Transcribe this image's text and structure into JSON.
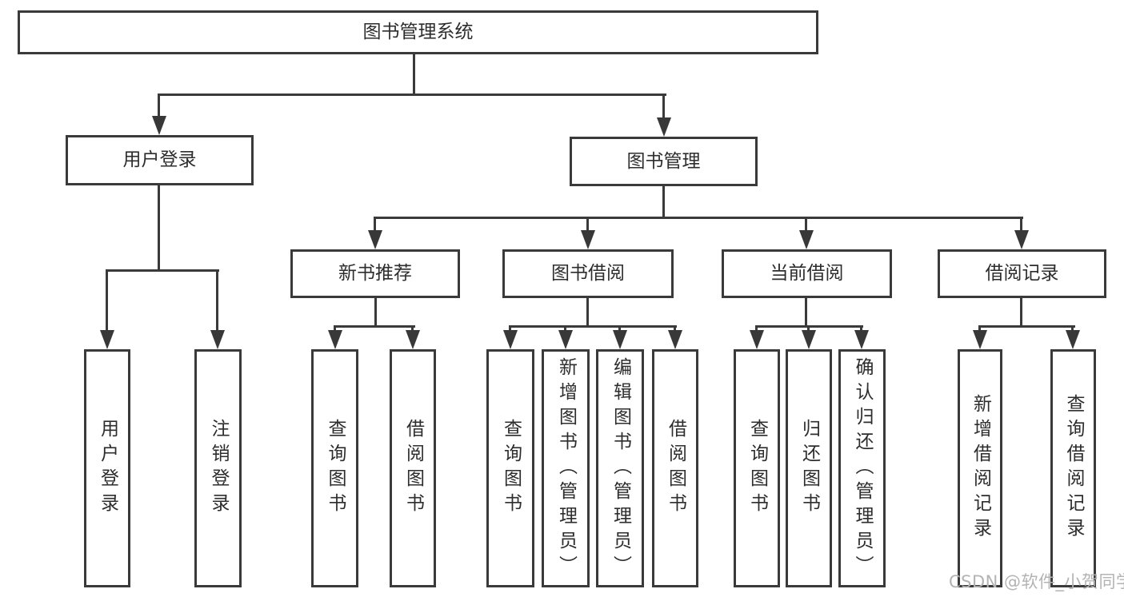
{
  "diagram": {
    "type": "hierarchy-tree",
    "title": "图书管理系统",
    "colors": {
      "line": "#3a3a3a",
      "box_border": "#3a3a3a",
      "text": "#2d2d2d",
      "watermark": "#b3b3b3",
      "background": "#ffffff"
    },
    "watermark": {
      "text": "CSDN @软件_小贺同学"
    },
    "nodes": {
      "root": {
        "label": "图书管理系统"
      },
      "user_login": {
        "label": "用户登录"
      },
      "book_mgmt": {
        "label": "图书管理"
      },
      "new_book_rec": {
        "label": "新书推荐"
      },
      "book_borrow": {
        "label": "图书借阅"
      },
      "current_borrow": {
        "label": "当前借阅"
      },
      "borrow_records": {
        "label": "借阅记录"
      },
      "user_login_leaf": {
        "label": "用户登录"
      },
      "logout_leaf": {
        "label": "注销登录"
      },
      "rec_query_books": {
        "label": "查询图书"
      },
      "rec_borrow_books": {
        "label": "借阅图书"
      },
      "bb_query_books": {
        "label": "查询图书"
      },
      "bb_add_books": {
        "label": "新增图书（管理员）"
      },
      "bb_edit_books": {
        "label": "编辑图书（管理员）"
      },
      "bb_borrow_books": {
        "label": "借阅图书"
      },
      "cb_query_books": {
        "label": "查询图书"
      },
      "cb_return_books": {
        "label": "归还图书"
      },
      "cb_confirm_return": {
        "label": "确认归还（管理员）"
      },
      "br_add_record": {
        "label": "新增借阅记录"
      },
      "br_query_record": {
        "label": "查询借阅记录"
      }
    },
    "hierarchy": [
      {
        "parent": "图书管理系统",
        "children": [
          "用户登录",
          "图书管理"
        ]
      },
      {
        "parent": "用户登录",
        "children": [
          "用户登录",
          "注销登录"
        ]
      },
      {
        "parent": "图书管理",
        "children": [
          "新书推荐",
          "图书借阅",
          "当前借阅",
          "借阅记录"
        ]
      },
      {
        "parent": "新书推荐",
        "children": [
          "查询图书",
          "借阅图书"
        ]
      },
      {
        "parent": "图书借阅",
        "children": [
          "查询图书",
          "新增图书（管理员）",
          "编辑图书（管理员）",
          "借阅图书"
        ]
      },
      {
        "parent": "当前借阅",
        "children": [
          "查询图书",
          "归还图书",
          "确认归还（管理员）"
        ]
      },
      {
        "parent": "借阅记录",
        "children": [
          "新增借阅记录",
          "查询借阅记录"
        ]
      }
    ]
  }
}
